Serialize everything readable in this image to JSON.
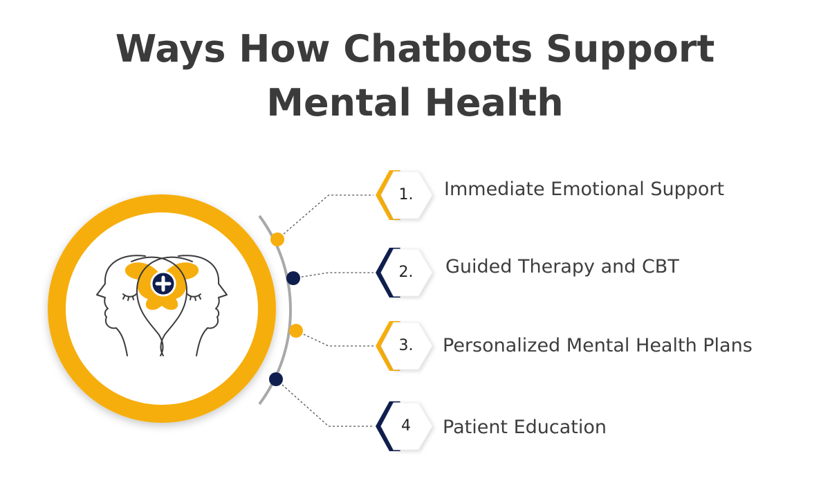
{
  "title": {
    "line1": "Ways How Chatbots Support",
    "line2": "Mental Health"
  },
  "colors": {
    "accent": "#F6AE0E",
    "navy": "#0F1E4E",
    "arc": "#A9A9A9",
    "text": "#3D3D3D"
  },
  "center_icon": "head-brain-plus-icon",
  "items": [
    {
      "number": "1.",
      "label": "Immediate Emotional Support",
      "color": "accent"
    },
    {
      "number": "2.",
      "label": "Guided Therapy and CBT",
      "color": "navy"
    },
    {
      "number": "3.",
      "label": "Personalized Mental Health Plans",
      "color": "accent"
    },
    {
      "number": "4",
      "label": "Patient Education",
      "color": "navy"
    }
  ]
}
